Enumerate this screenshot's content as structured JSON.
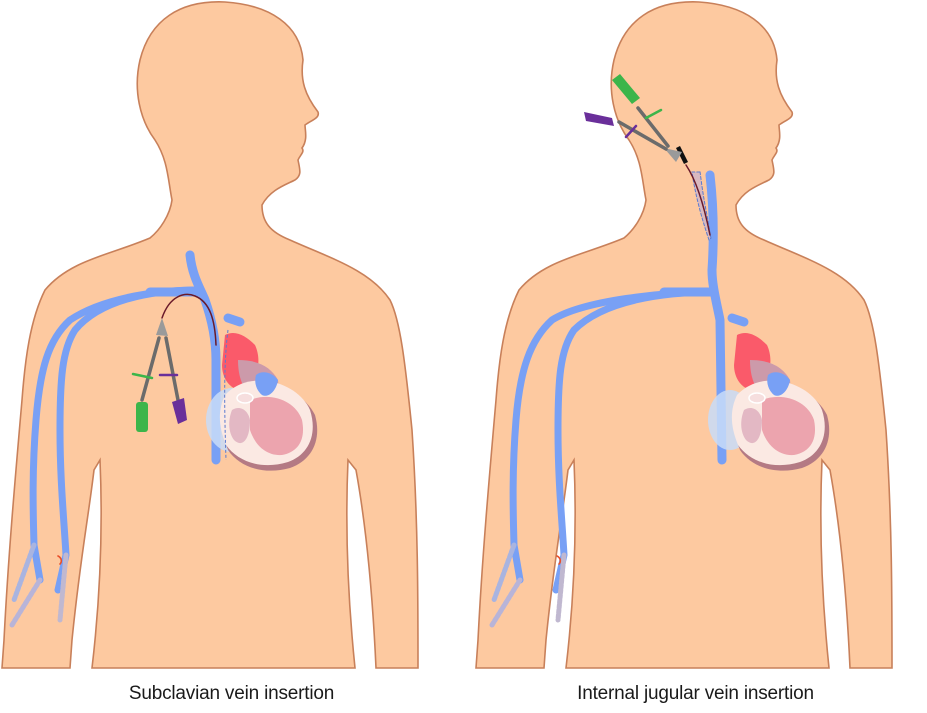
{
  "figure": {
    "panels": [
      {
        "caption": "Subclavian vein insertion",
        "insertion_site": "subclavian",
        "catheter_ports": [
          "green-port",
          "purple-port"
        ]
      },
      {
        "caption": "Internal jugular vein insertion",
        "insertion_site": "internal-jugular",
        "catheter_ports": [
          "green-port",
          "purple-port"
        ]
      }
    ]
  },
  "colors": {
    "skin": "#fdc9a0",
    "skin_outline": "#c8805a",
    "vein": "#78a0f5",
    "vein_dash": "#5a7ad0",
    "heart_red": "#fa5a6a",
    "heart_pink": "#eca4ae",
    "heart_light": "#fbe9e3",
    "heart_shadow": "#b47a84",
    "heart_mauve": "#cc9aaa",
    "catheter_green": "#3cb54a",
    "catheter_purple": "#6a2f9a",
    "catheter_gray": "#6b6b6b",
    "catheter_hub": "#9a9a9a",
    "catheter_line": "#6a1a2a"
  }
}
